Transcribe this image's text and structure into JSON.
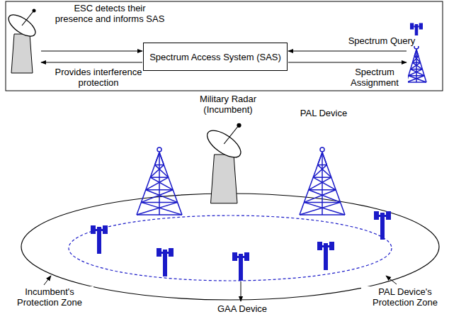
{
  "diagram": {
    "nodes": [
      {
        "text": [
          "Spectrum Access System (SAS)"
        ]
      }
    ],
    "labels": [
      "ESC detects their presence and informs SAS",
      "Provides interference protection",
      "Spectrum Query",
      "Spectrum Assignment",
      "Military Radar (Incumbent)",
      "PAL Device",
      "Incumbent's Protection Zone",
      "GAA Device",
      "PAL Device's Protection Zone"
    ]
  }
}
